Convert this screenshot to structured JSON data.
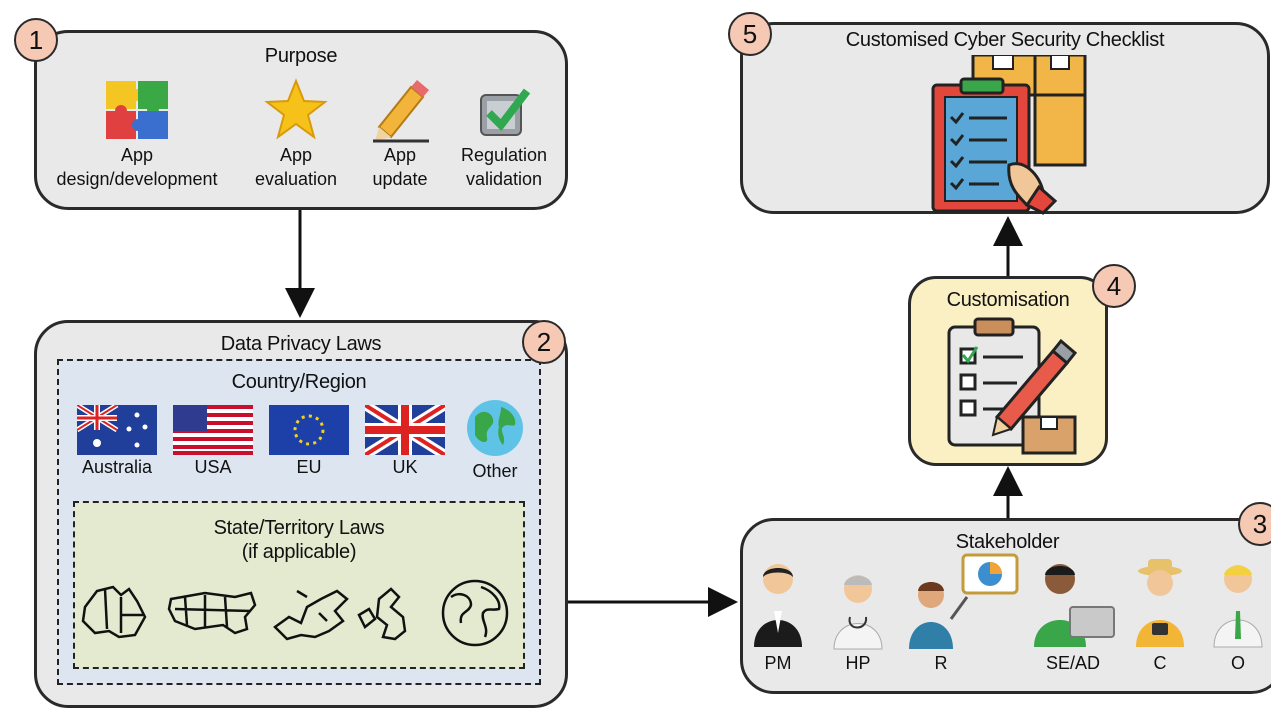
{
  "step1": {
    "number": "1",
    "title": "Purpose",
    "items": [
      {
        "label": "App\ndesign/development",
        "icon": "puzzle-icon"
      },
      {
        "label": "App\nevaluation",
        "icon": "star-icon"
      },
      {
        "label": "App\nupdate",
        "icon": "pencil-icon"
      },
      {
        "label": "Regulation\nvalidation",
        "icon": "checkbox-icon"
      }
    ]
  },
  "step2": {
    "number": "2",
    "title": "Data Privacy Laws",
    "country_title": "Country/Region",
    "countries": [
      {
        "label": "Australia",
        "icon": "australia-flag-icon"
      },
      {
        "label": "USA",
        "icon": "usa-flag-icon"
      },
      {
        "label": "EU",
        "icon": "eu-flag-icon"
      },
      {
        "label": "UK",
        "icon": "uk-flag-icon"
      },
      {
        "label": "Other",
        "icon": "globe-icon"
      }
    ],
    "state_title": "State/Territory Laws",
    "state_subtitle": "(if applicable)"
  },
  "step3": {
    "number": "3",
    "title": "Stakeholder",
    "people": [
      {
        "label": "PM"
      },
      {
        "label": "HP"
      },
      {
        "label": "R"
      },
      {
        "label": "SE/AD"
      },
      {
        "label": "C"
      },
      {
        "label": "O"
      }
    ]
  },
  "step4": {
    "number": "4",
    "title": "Customisation"
  },
  "step5": {
    "number": "5",
    "title": "Customised Cyber Security Checklist"
  },
  "colors": {
    "badge": "#f6c9b5",
    "box": "#e9e9e9",
    "country_panel": "#dde6f0",
    "state_panel": "#e3ead0",
    "customisation": "#fbf0c4"
  }
}
